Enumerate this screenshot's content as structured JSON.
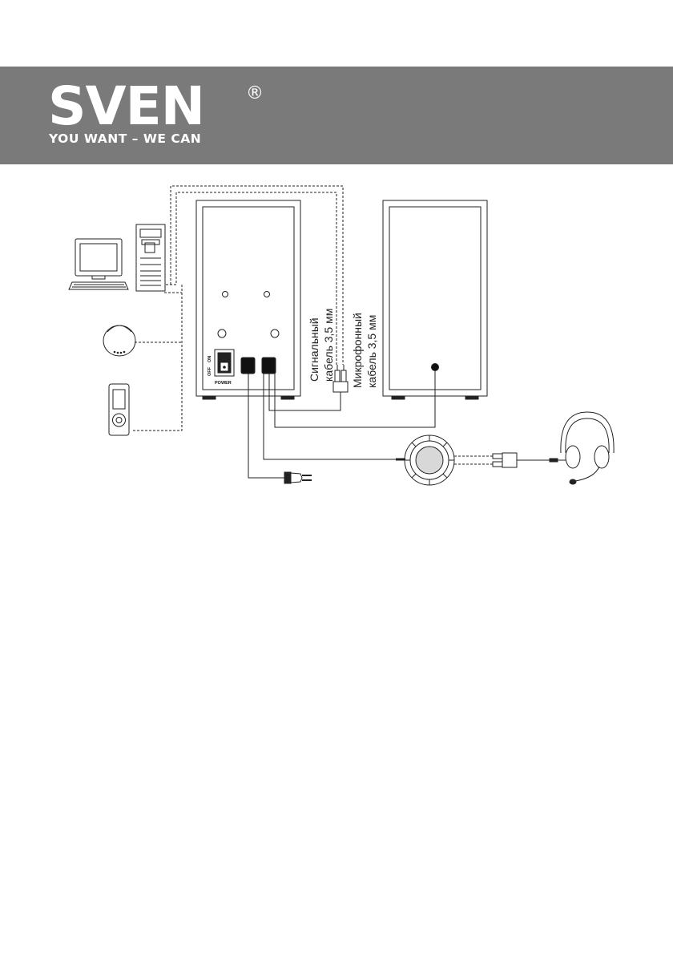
{
  "brand": {
    "logo": "SVEN",
    "registered_mark": "®",
    "slogan": "YOU WANT – WE CAN",
    "banner_color": "#7a7a7a"
  },
  "diagram": {
    "signal_cable_label_line1": "Сигнальный",
    "signal_cable_label_line2": "кабель 3,5 мм",
    "mic_cable_label_line1": "Микрофонный",
    "mic_cable_label_line2": "кабель 3,5 мм",
    "switch_on": "ON",
    "switch_off": "OFF",
    "power_label": "POWER"
  }
}
